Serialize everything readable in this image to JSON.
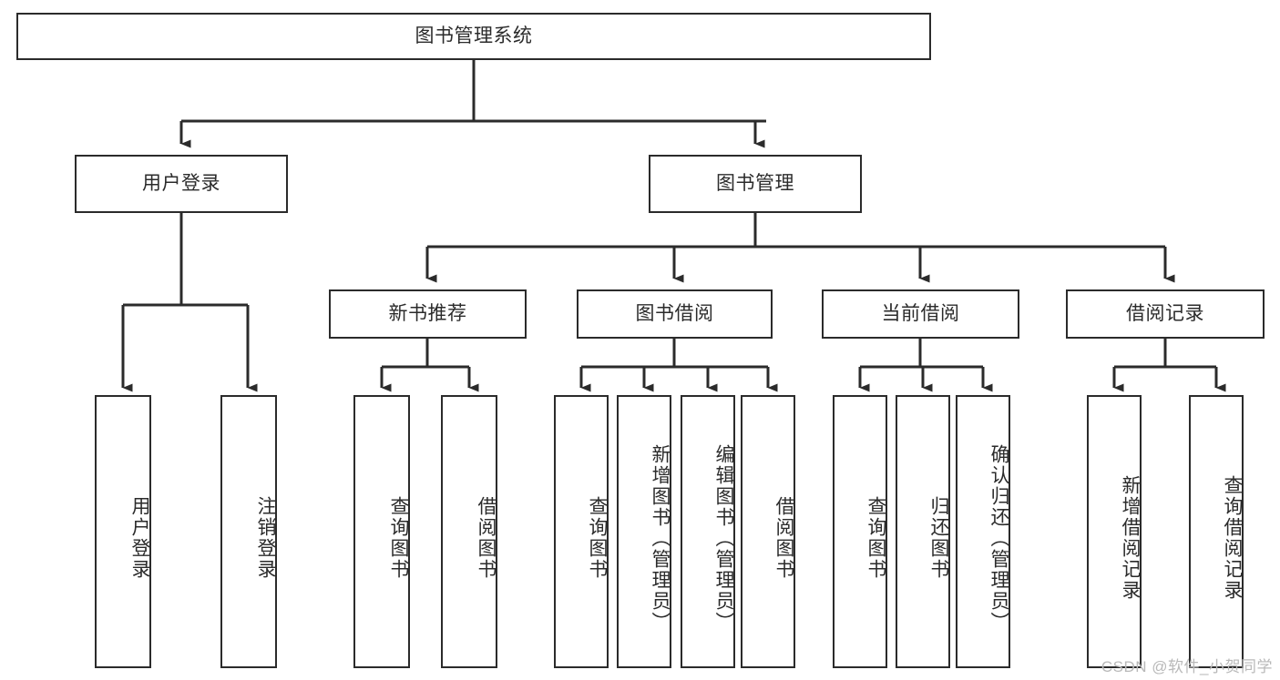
{
  "diagram": {
    "title": "图书管理系统",
    "type": "tree-hierarchy-chart",
    "root": {
      "label": "图书管理系统"
    },
    "level2": [
      {
        "label": "用户登录"
      },
      {
        "label": "图书管理"
      }
    ],
    "level3": [
      {
        "label": "新书推荐"
      },
      {
        "label": "图书借阅"
      },
      {
        "label": "当前借阅"
      },
      {
        "label": "借阅记录"
      }
    ],
    "leaves": {
      "user_login": [
        {
          "label": "用户登录"
        },
        {
          "label": "注销登录"
        }
      ],
      "new_book_recommend": [
        {
          "label": "查询图书"
        },
        {
          "label": "借阅图书"
        }
      ],
      "book_borrow": [
        {
          "label": "查询图书"
        },
        {
          "label": "新增图书（管理员）"
        },
        {
          "label": "编辑图书（管理员）"
        },
        {
          "label": "借阅图书"
        }
      ],
      "current_borrow": [
        {
          "label": "查询图书"
        },
        {
          "label": "归还图书"
        },
        {
          "label": "确认归还（管理员）"
        }
      ],
      "borrow_record": [
        {
          "label": "新增借阅记录"
        },
        {
          "label": "查询借阅记录"
        }
      ]
    },
    "watermark": "CSDN @软件_小贺同学",
    "colors": {
      "stroke": "#2b2b2b",
      "fill": "#ffffff",
      "text": "#2b2b2b",
      "watermark": "#b9b9b9"
    }
  }
}
